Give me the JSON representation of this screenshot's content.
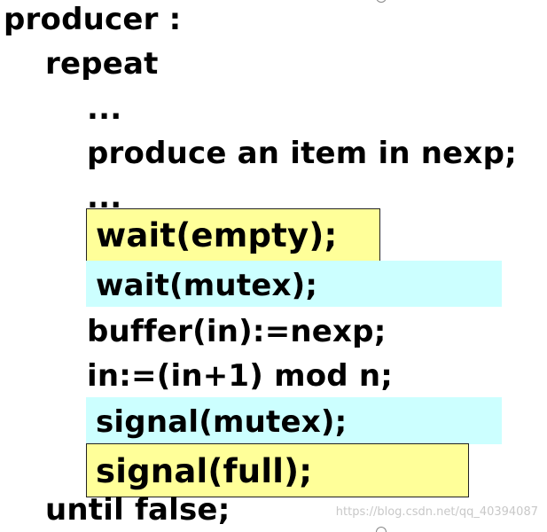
{
  "code": {
    "header": "producer :",
    "repeat": "repeat",
    "ellipsis1": "...",
    "produce": "produce an item in nexp;",
    "ellipsis2": "...",
    "wait_empty": "wait(empty);",
    "wait_mutex": "wait(mutex);",
    "buffer_assign": "buffer(in):=nexp;",
    "in_update": "in:=(in+1) mod n;",
    "signal_mutex": "signal(mutex);",
    "signal_full": "signal(full);",
    "until": "until  false;"
  },
  "colors": {
    "highlight_yellow": "#ffff99",
    "highlight_cyan": "#ccffff"
  },
  "watermark": "https://blog.csdn.net/qq_40394087"
}
